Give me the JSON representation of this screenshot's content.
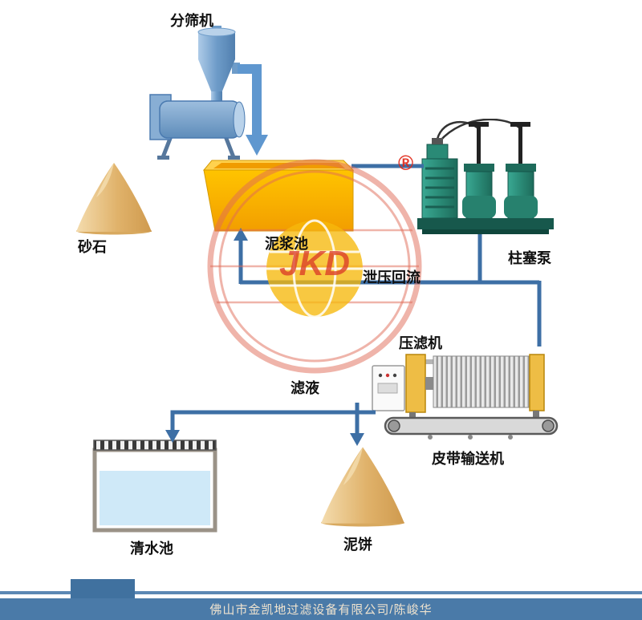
{
  "labels": {
    "screener": "分筛机",
    "sand": "砂石",
    "slurry_pool": "泥浆池",
    "plunger_pump": "柱塞泵",
    "relief_return": "泄压回流",
    "filter_press": "压滤机",
    "filtrate": "滤液",
    "belt_conveyor": "皮带输送机",
    "clear_water_pool": "清水池",
    "mud_cake": "泥饼"
  },
  "watermark": {
    "logo_text": "JKD",
    "registered_mark": "®"
  },
  "footer": {
    "company_line": "佛山市金凯地过滤设备有限公司/陈峻华"
  },
  "nodes": [
    {
      "id": "screener",
      "icon": "cyclone-screener-icon"
    },
    {
      "id": "sand",
      "icon": "sand-pile-icon"
    },
    {
      "id": "slurry_pool",
      "icon": "slurry-tank-icon"
    },
    {
      "id": "plunger_pump",
      "icon": "plunger-pump-icon"
    },
    {
      "id": "filter_press",
      "icon": "filter-press-icon"
    },
    {
      "id": "belt_conveyor",
      "icon": "belt-conveyor-icon"
    },
    {
      "id": "clear_water_pool",
      "icon": "water-pool-icon"
    },
    {
      "id": "mud_cake",
      "icon": "mud-cake-pile-icon"
    }
  ],
  "colors": {
    "flow_line": "#3d6fa5",
    "feed_pipe": "#5f97cf",
    "tank_orange": "#f7ab00",
    "machine_blue": "#7fa9d4",
    "pump_green": "#2a8a76",
    "sand_tan": "#e0b26a",
    "water_blue": "#cfe9f8",
    "press_yellow": "#eebd45",
    "footer_blue": "#4a7aa8",
    "watermark_red": "#e06a55",
    "watermark_yellow": "#f6b80c"
  }
}
